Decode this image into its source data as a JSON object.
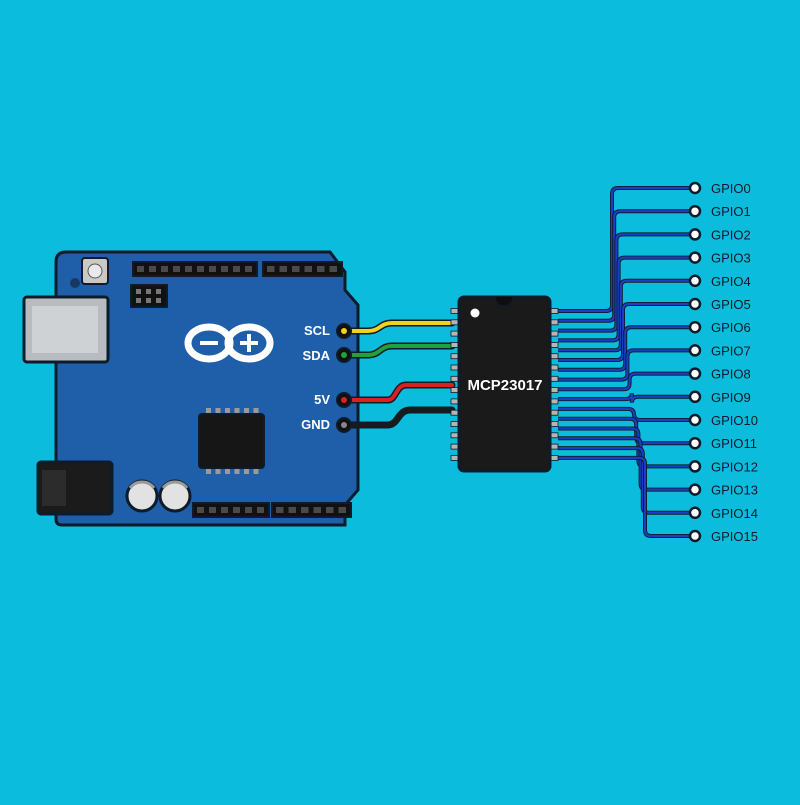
{
  "colors": {
    "background": "#0bbcdc",
    "board": "#1f5ea8",
    "board_outline": "#0d1b2a",
    "chip": "#1a1a1a",
    "scl_wire": "#f2d21c",
    "sda_wire": "#22a03a",
    "vcc_wire": "#d92121",
    "gnd_wire": "#111111",
    "gpio_wire": "#1a3fc0"
  },
  "board": {
    "name": "Arduino Uno",
    "logo": "arduino-infinity-logo",
    "pins": [
      {
        "label": "SCL",
        "wire": "scl_wire"
      },
      {
        "label": "SDA",
        "wire": "sda_wire"
      },
      {
        "label": "5V",
        "wire": "vcc_wire"
      },
      {
        "label": "GND",
        "wire": "gnd_wire"
      }
    ]
  },
  "chip": {
    "label": "MCP23017"
  },
  "gpio": [
    "GPIO0",
    "GPIO1",
    "GPIO2",
    "GPIO3",
    "GPIO4",
    "GPIO5",
    "GPIO6",
    "GPIO7",
    "GPIO8",
    "GPIO9",
    "GPIO10",
    "GPIO11",
    "GPIO12",
    "GPIO13",
    "GPIO14",
    "GPIO15"
  ]
}
